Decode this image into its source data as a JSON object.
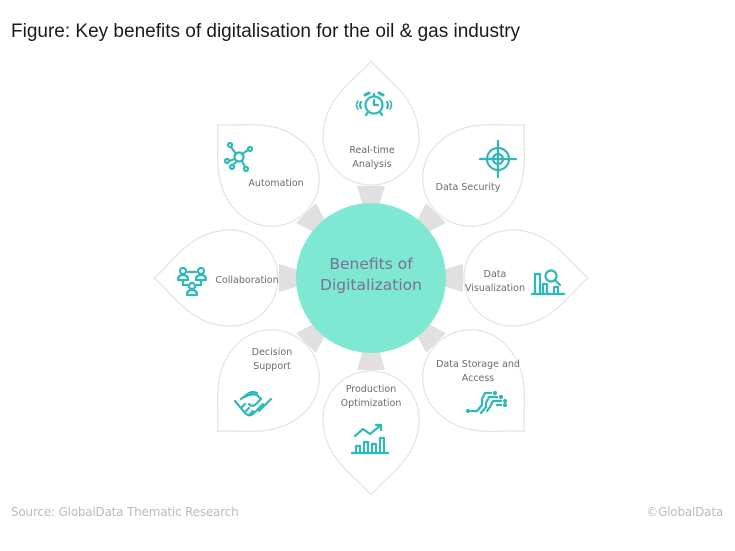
{
  "title": "Figure: Key benefits of digitalisation for the oil & gas industry",
  "center": {
    "line1": "Benefits of",
    "line2": "Digitalization"
  },
  "petals": [
    {
      "id": "real-time-analysis",
      "line1": "Real-time",
      "line2": "Analysis",
      "icon": "alarm-clock-icon"
    },
    {
      "id": "data-security",
      "line1": "Data Security",
      "line2": "",
      "icon": "crosshair-target-icon"
    },
    {
      "id": "data-visualization",
      "line1": "Data",
      "line2": "Visualization",
      "icon": "chart-magnifier-icon"
    },
    {
      "id": "data-storage",
      "line1": "Data Storage and",
      "line2": "Access",
      "icon": "circuit-lines-icon"
    },
    {
      "id": "production-optimization",
      "line1": "Production",
      "line2": "Optimization",
      "icon": "growth-chart-icon"
    },
    {
      "id": "decision-support",
      "line1": "Decision",
      "line2": "Support",
      "icon": "handshake-icon"
    },
    {
      "id": "collaboration",
      "line1": "Collaboration",
      "line2": "",
      "icon": "people-network-icon"
    },
    {
      "id": "automation",
      "line1": "Automation",
      "line2": "",
      "icon": "hub-network-icon"
    }
  ],
  "footer": {
    "source": "Source: GlobalData Thematic Research",
    "copyright": "©GlobalData"
  },
  "colors": {
    "center_fill": "#7fe8d2",
    "center_text": "#7b6f93",
    "icon": "#2fb8b8",
    "petal_border": "#e4e4e4",
    "connector": "#dcdcdc",
    "label_text": "#6b6b6b"
  }
}
